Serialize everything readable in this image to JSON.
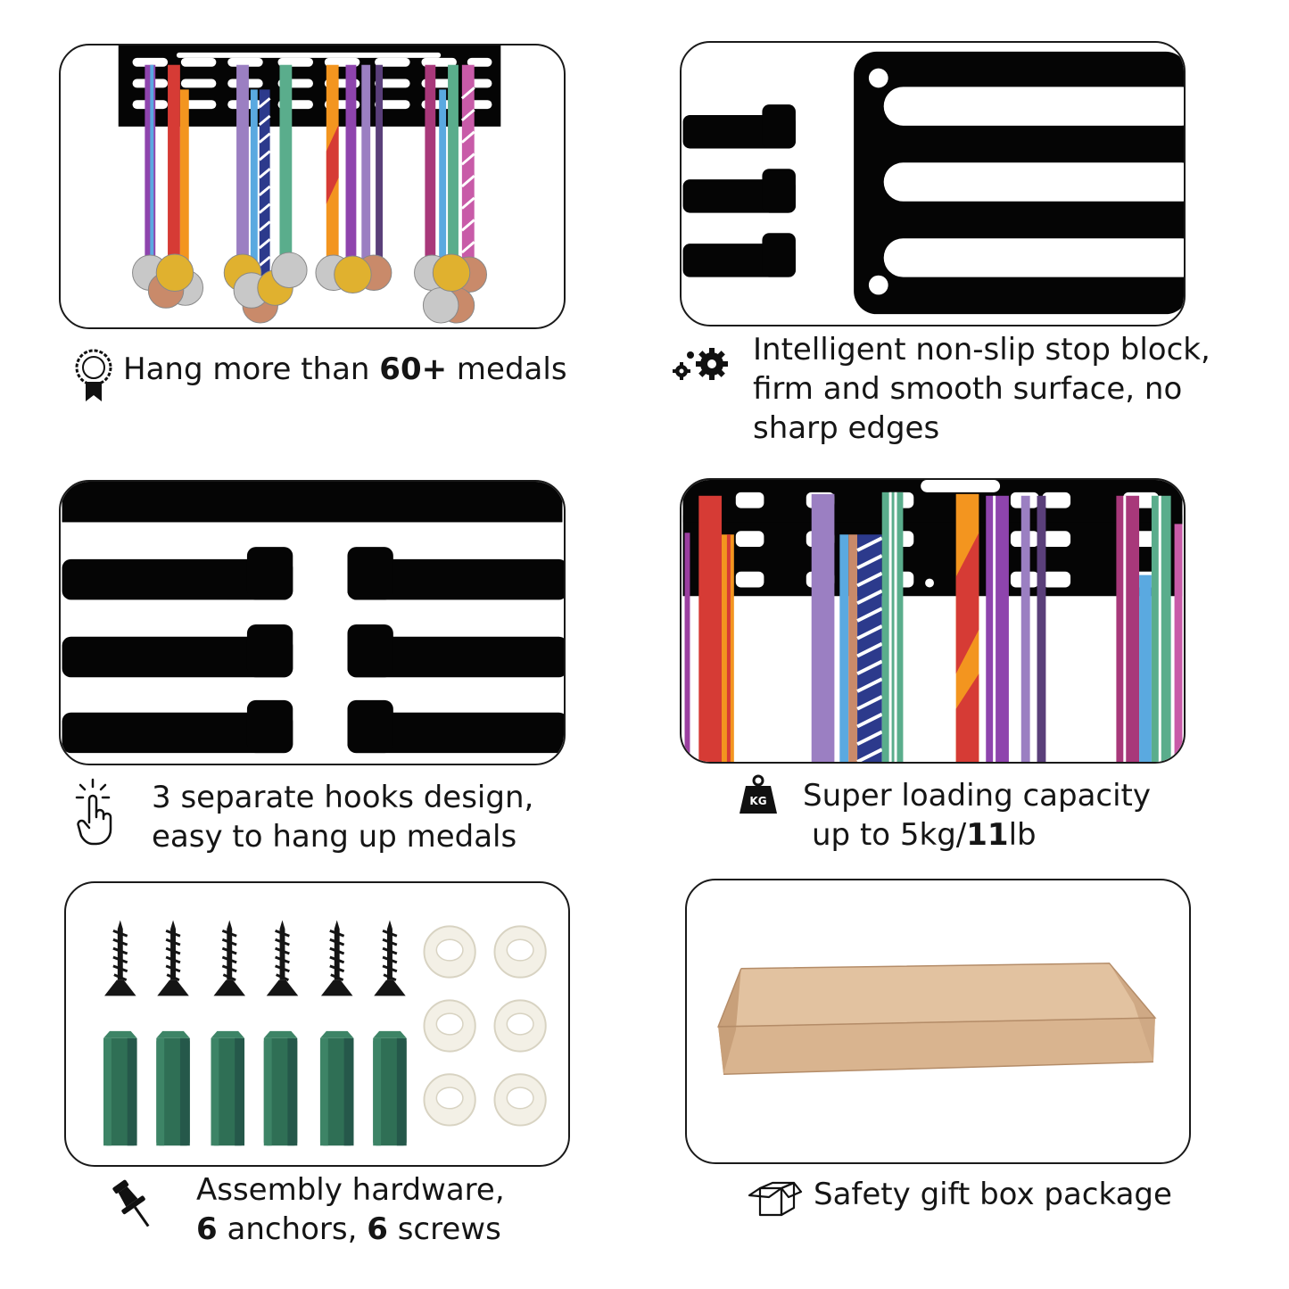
{
  "features": [
    {
      "id": "medals",
      "icon": "medal-ribbon-icon",
      "caption": {
        "before": "Hang more than ",
        "bold": "60+",
        "after": " medals"
      }
    },
    {
      "id": "stop-block",
      "icon": "gears-icon",
      "caption": {
        "line1": "Intelligent non-slip stop block,",
        "line2": "firm and smooth surface, no",
        "line3": "sharp edges"
      }
    },
    {
      "id": "hooks",
      "icon": "tap-hand-icon",
      "caption": {
        "line1": "3 separate hooks design,",
        "line2": "easy to hang up medals"
      }
    },
    {
      "id": "capacity",
      "icon": "kg-weight-icon",
      "weight_label": "KG",
      "caption": {
        "line1": "Super loading capacity",
        "line2_before": "up to 5kg/",
        "line2_bold": "11",
        "line2_after": "lb"
      }
    },
    {
      "id": "hardware",
      "icon": "push-pin-icon",
      "caption": {
        "line1": "Assembly hardware,",
        "n1": "6",
        "mid": " anchors, ",
        "n2": "6",
        "end": " screws"
      }
    },
    {
      "id": "package",
      "icon": "open-box-icon",
      "caption": {
        "text": "Safety gift box package"
      }
    }
  ],
  "colors": {
    "rack": "#050505",
    "ribbon_red": "#d63b35",
    "ribbon_orange": "#f3951f",
    "ribbon_purple": "#8e44ad",
    "ribbon_lilac": "#9b7fc2",
    "ribbon_teal": "#5aad8c",
    "ribbon_blue": "#5aa9e0",
    "ribbon_navy": "#2c3a8c",
    "ribbon_magenta": "#a8387a",
    "gold": "#e0b12f",
    "silver": "#c8c8c8",
    "bronze": "#c98a6a",
    "anchor_green": "#2f6f55",
    "cardboard": "#d9b48f"
  }
}
